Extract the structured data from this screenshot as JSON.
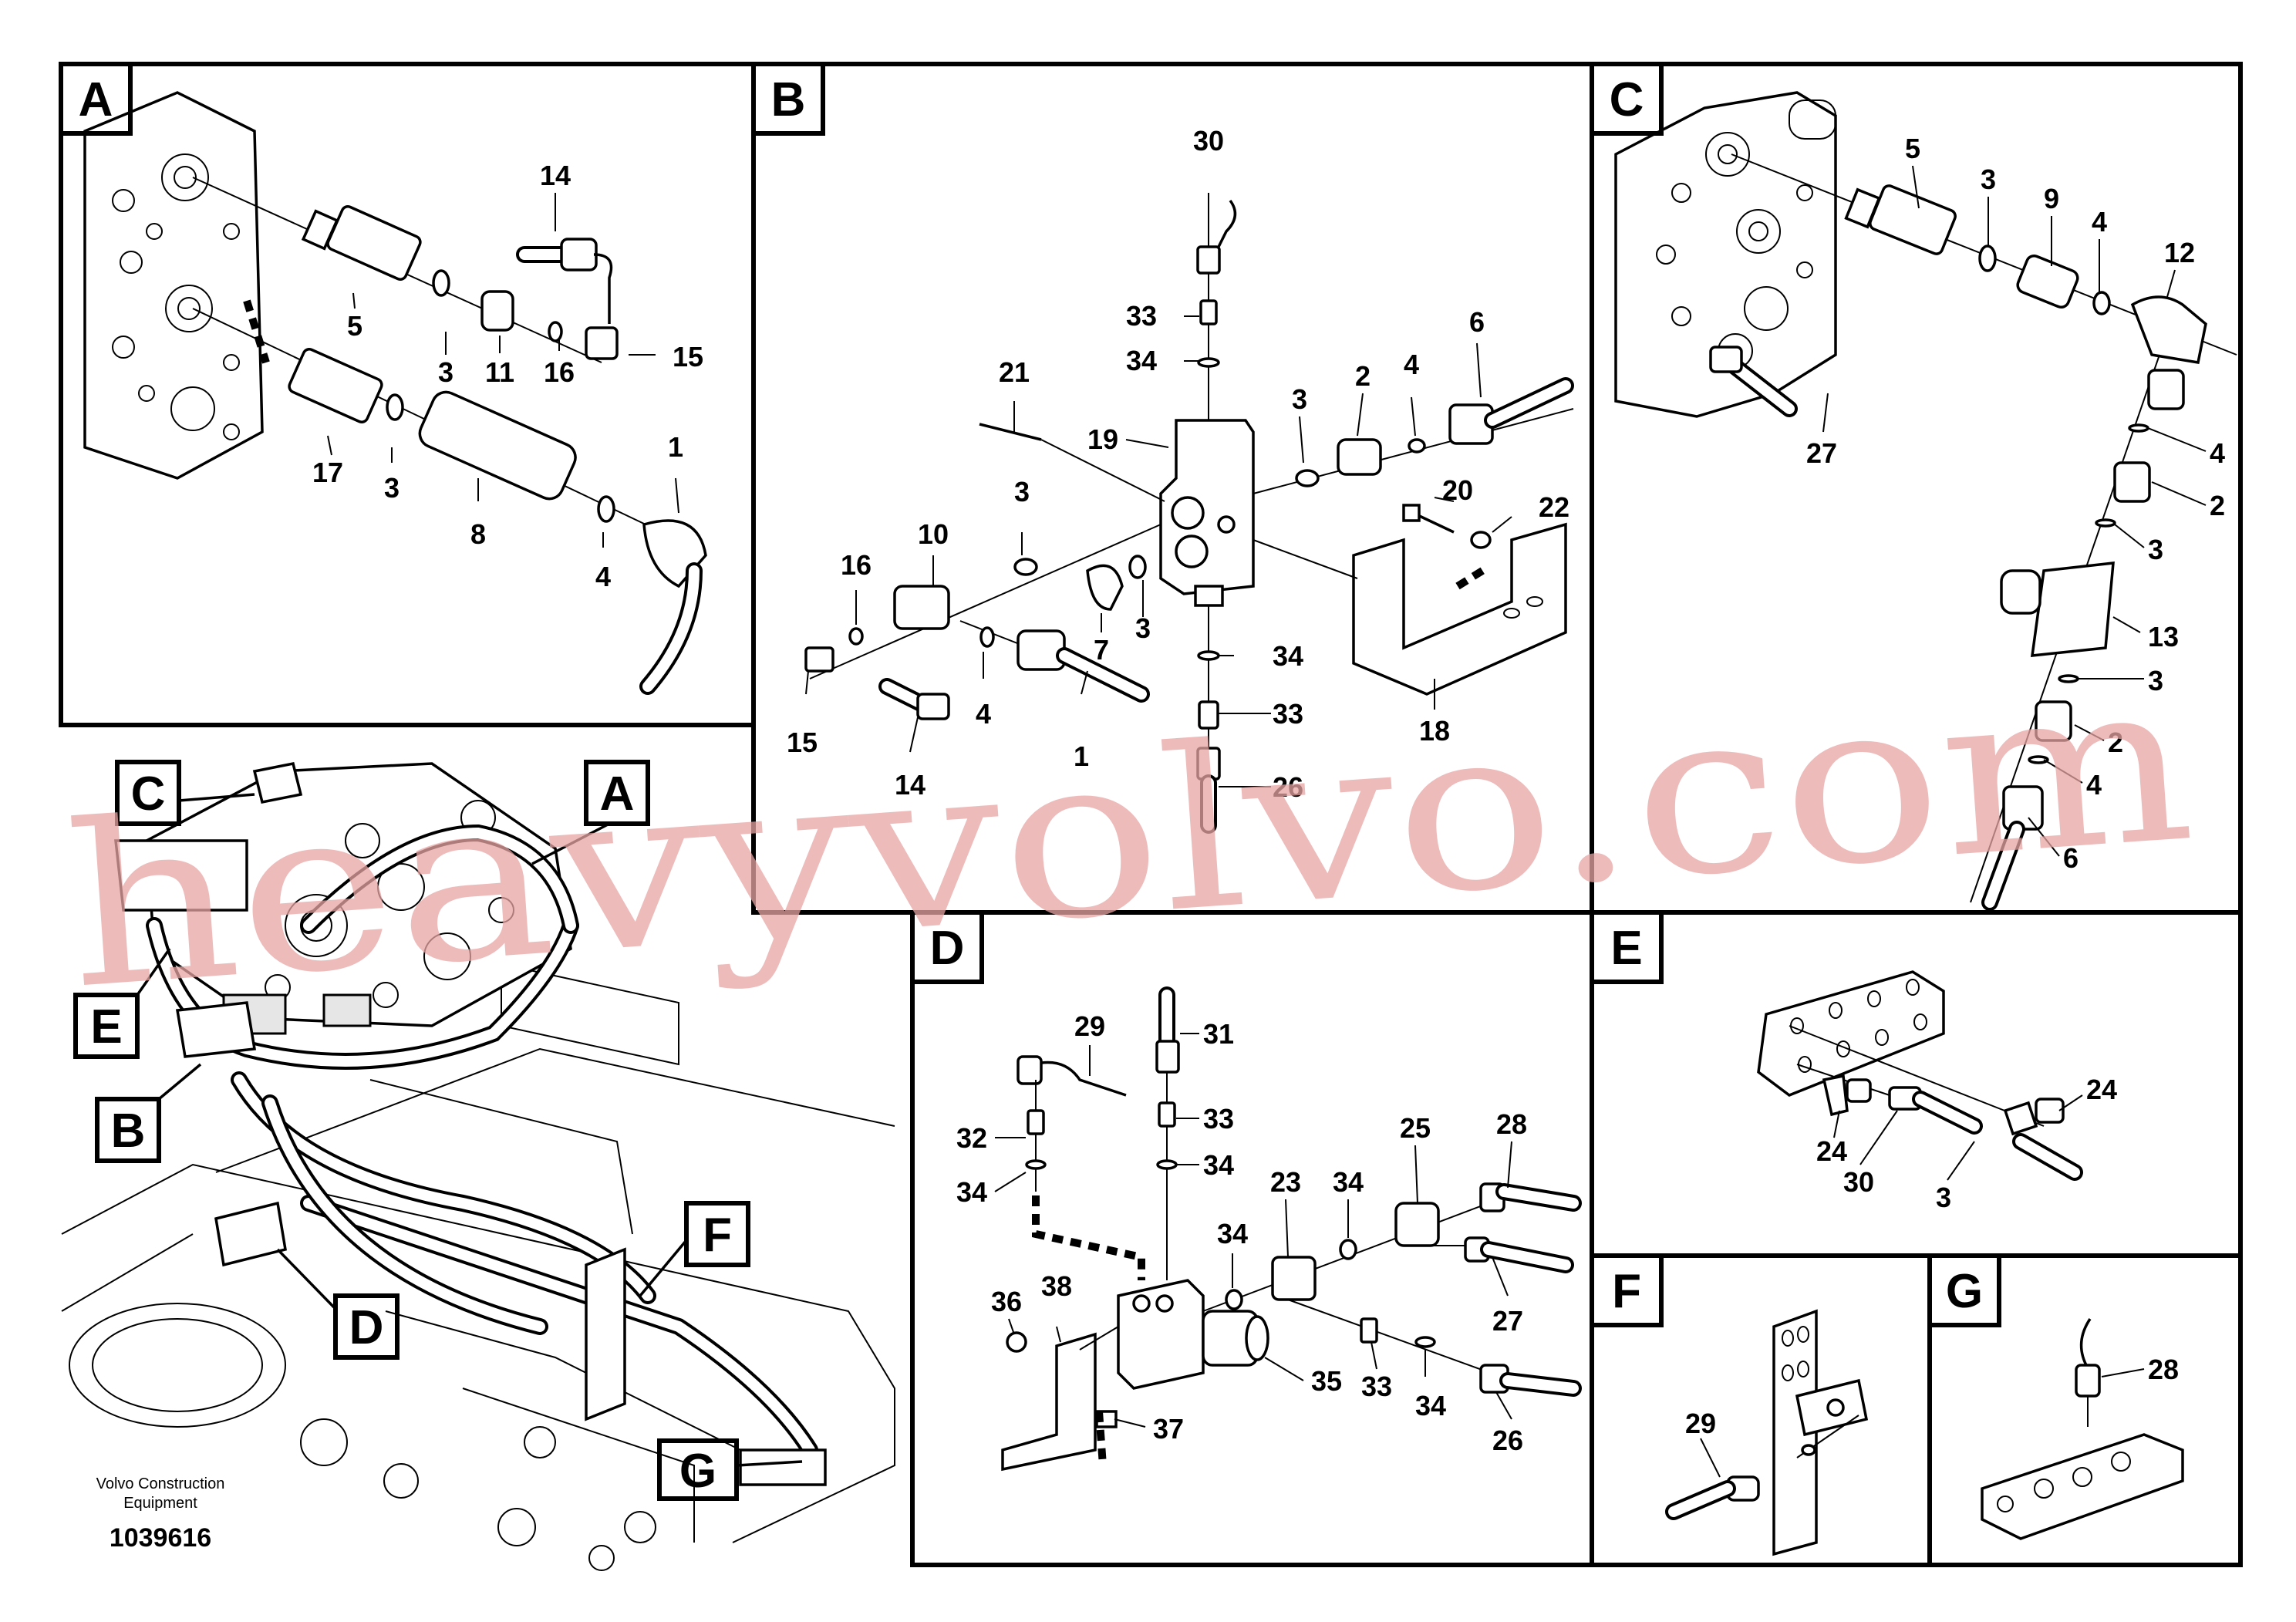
{
  "title": "",
  "footer": {
    "brand_line1": "Volvo Construction",
    "brand_line2": "Equipment",
    "drawing_number": "1039616"
  },
  "watermark": "heavyvolvo.com",
  "panels": {
    "A": {
      "label": "A",
      "callouts": {
        "c14": "14",
        "c5": "5",
        "c3a": "3",
        "c11": "11",
        "c16": "16",
        "c15": "15",
        "c17": "17",
        "c3b": "3",
        "c8": "8",
        "c4": "4",
        "c1": "1"
      }
    },
    "B": {
      "label": "B",
      "callouts": {
        "c30": "30",
        "c33a": "33",
        "c34a": "34",
        "c21": "21",
        "c19": "19",
        "c3a": "3",
        "c2": "2",
        "c4a": "4",
        "c6": "6",
        "c10": "10",
        "c16": "16",
        "c3b": "3",
        "c20": "20",
        "c22": "22",
        "c7": "7",
        "c3c": "3",
        "c34b": "34",
        "c15": "15",
        "c14": "14",
        "c4b": "4",
        "c1": "1",
        "c33b": "33",
        "c18": "18",
        "c26": "26"
      }
    },
    "C": {
      "label": "C",
      "callouts": {
        "c5": "5",
        "c3a": "3",
        "c9": "9",
        "c4a": "4",
        "c12": "12",
        "c27": "27",
        "c4b": "4",
        "c2a": "2",
        "c3b": "3",
        "c13": "13",
        "c3c": "3",
        "c2b": "2",
        "c4c": "4",
        "c6": "6"
      }
    },
    "D": {
      "label": "D",
      "callouts": {
        "c29": "29",
        "c31": "31",
        "c32": "32",
        "c33a": "33",
        "c34a": "34",
        "c34b": "34",
        "c28": "28",
        "c25": "25",
        "c34c": "34",
        "c23": "23",
        "c34d": "34",
        "c36": "36",
        "c38": "38",
        "c35": "35",
        "c27": "27",
        "c33b": "33",
        "c34e": "34",
        "c26": "26",
        "c37": "37"
      }
    },
    "E": {
      "label": "E",
      "callouts": {
        "c24a": "24",
        "c24b": "24",
        "c30": "30",
        "c3x": "3"
      }
    },
    "F": {
      "label": "F",
      "callouts": {
        "c29": "29"
      }
    },
    "G": {
      "label": "G",
      "callouts": {
        "c28": "28"
      }
    },
    "overview": {
      "labels": {
        "C": "C",
        "A": "A",
        "E": "E",
        "B": "B",
        "F": "F",
        "D": "D",
        "G": "G"
      }
    }
  }
}
